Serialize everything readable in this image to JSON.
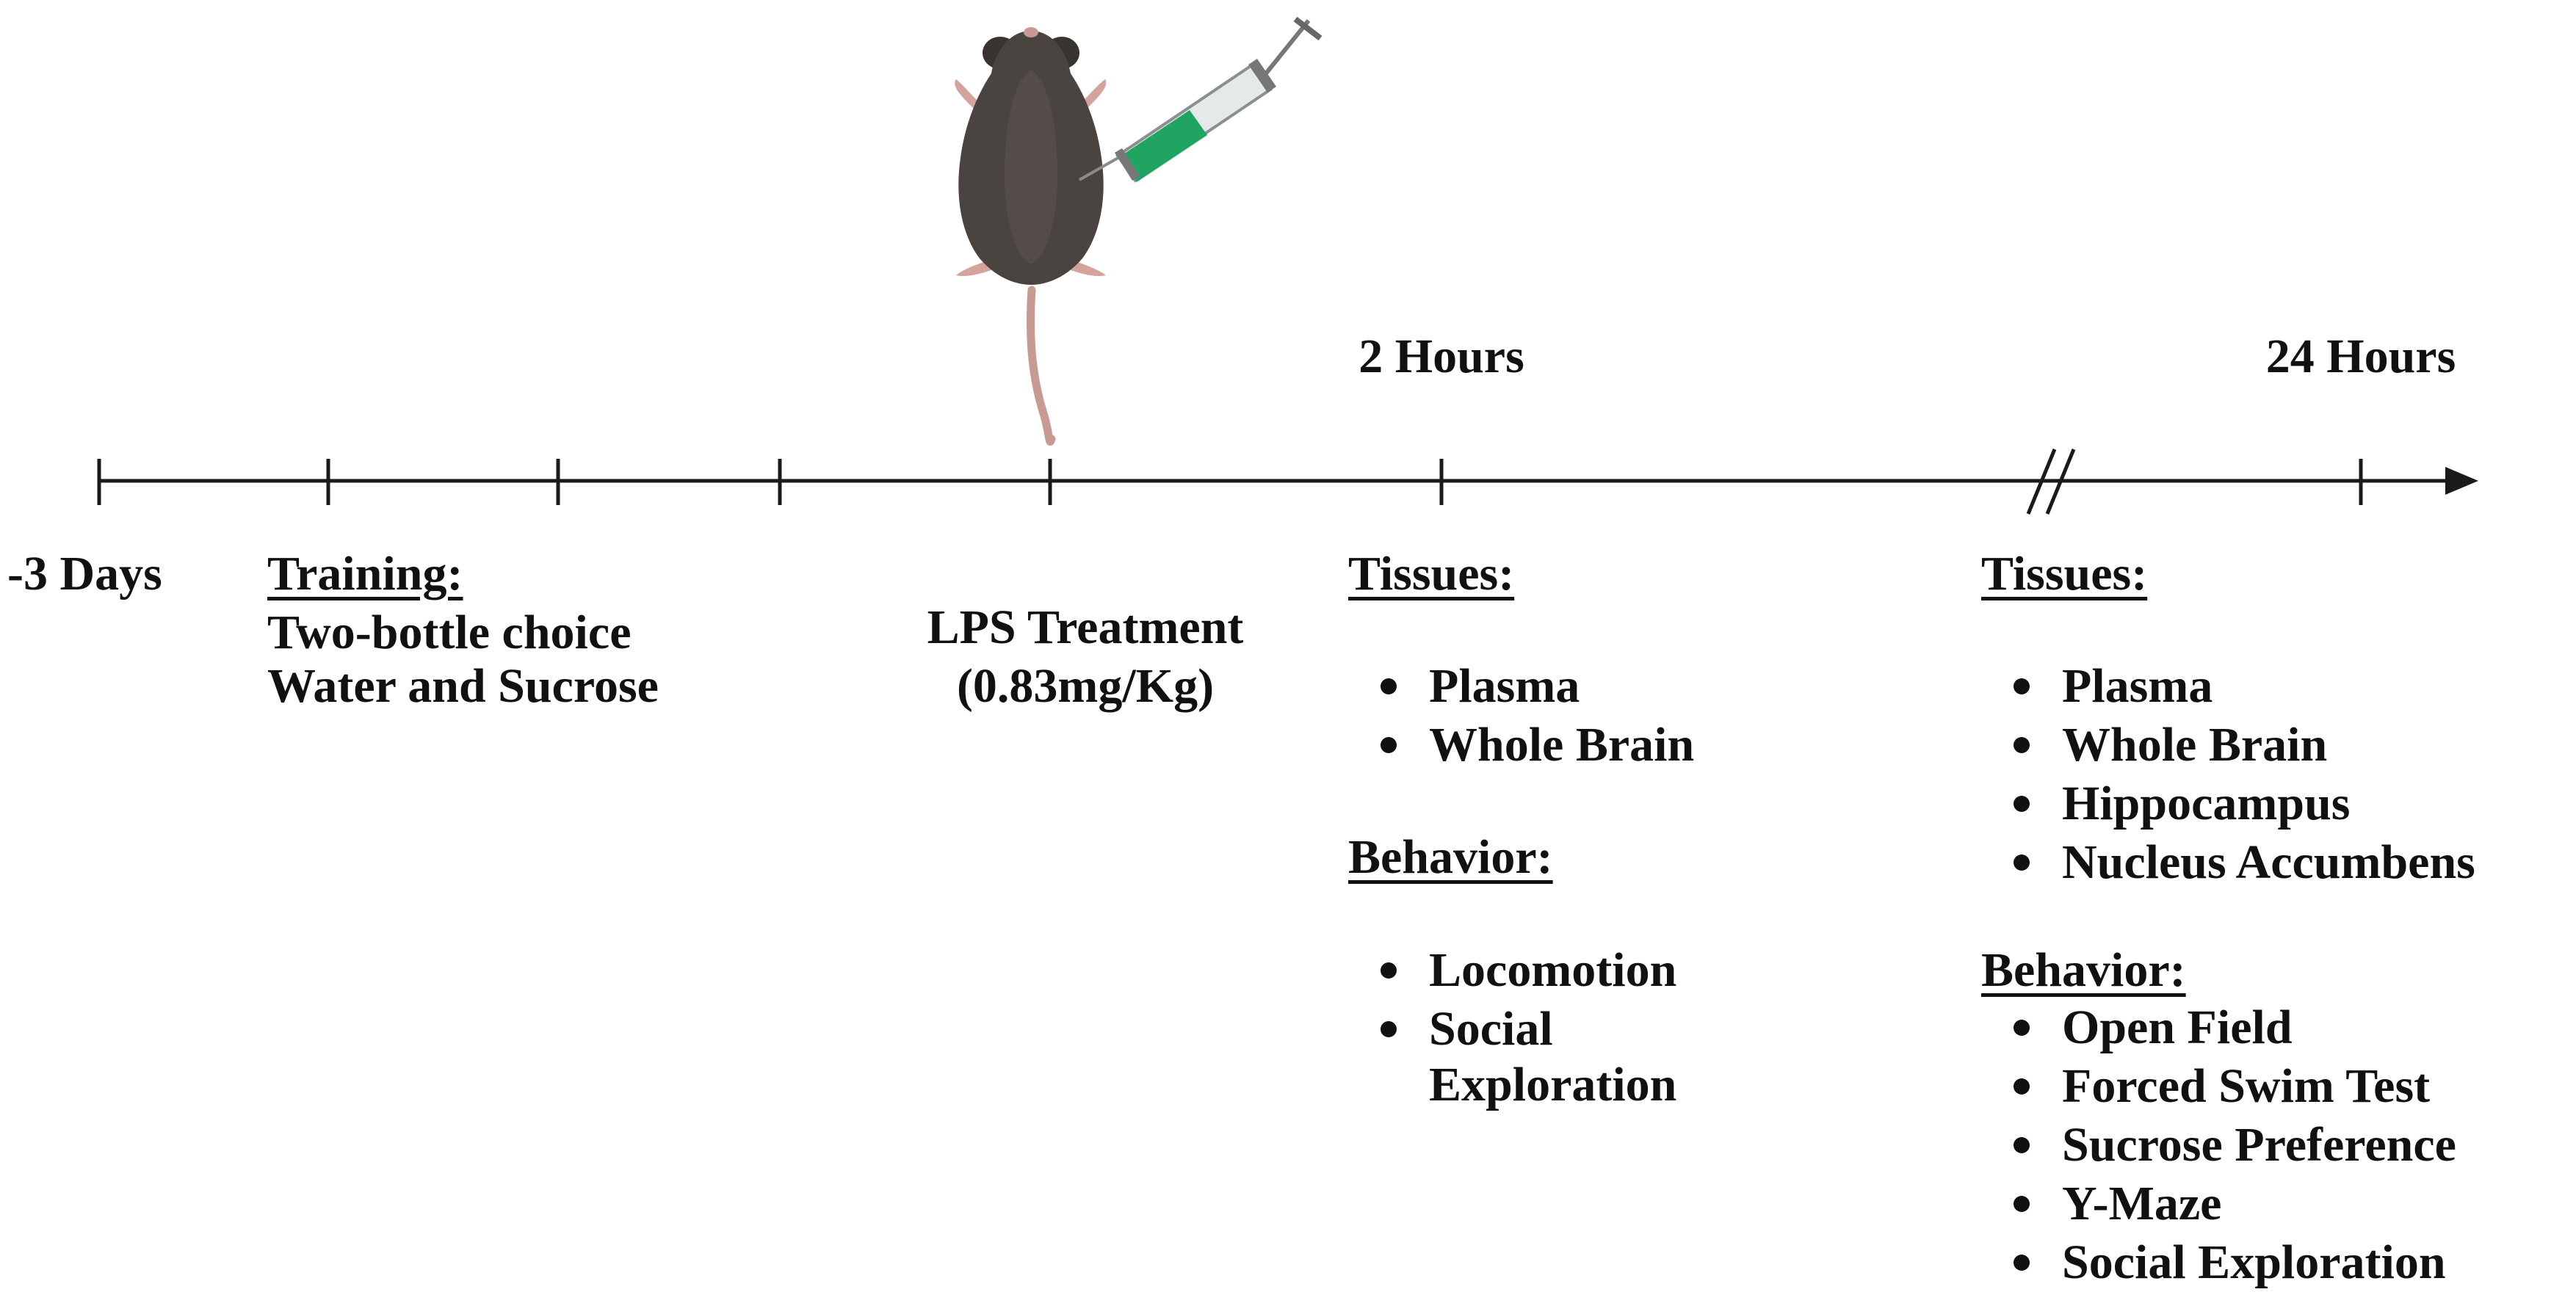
{
  "time_labels": {
    "two_hours": "2 Hours",
    "twenty_four_hours": "24 Hours",
    "minus_three_days": "-3 Days"
  },
  "training": {
    "heading": "Training:",
    "line1": "Two-bottle choice",
    "line2": "Water and Sucrose"
  },
  "treatment": {
    "line1": "LPS Treatment",
    "line2": "(0.83mg/Kg)"
  },
  "two_hour_panel": {
    "tissues_heading": "Tissues:",
    "tissues": [
      "Plasma",
      "Whole Brain"
    ],
    "behavior_heading": "Behavior:",
    "behavior": [
      "Locomotion",
      "Social",
      "Exploration"
    ]
  },
  "twenty_four_hour_panel": {
    "tissues_heading": "Tissues:",
    "tissues": [
      "Plasma",
      "Whole Brain",
      "Hippocampus",
      "Nucleus Accumbens"
    ],
    "behavior_heading": "Behavior:",
    "behavior": [
      "Open Field",
      "Forced Swim Test",
      "Sucrose Preference",
      "Y-Maze",
      "Social Exploration"
    ]
  },
  "colors": {
    "line": "#1a1a1a",
    "mouse_body": "#4a4440",
    "mouse_tail": "#c79a93",
    "syringe_liquid": "#1fa462"
  },
  "icons": [
    "mouse-illustration",
    "syringe-icon",
    "arrowhead-icon",
    "axis-break-icon"
  ]
}
